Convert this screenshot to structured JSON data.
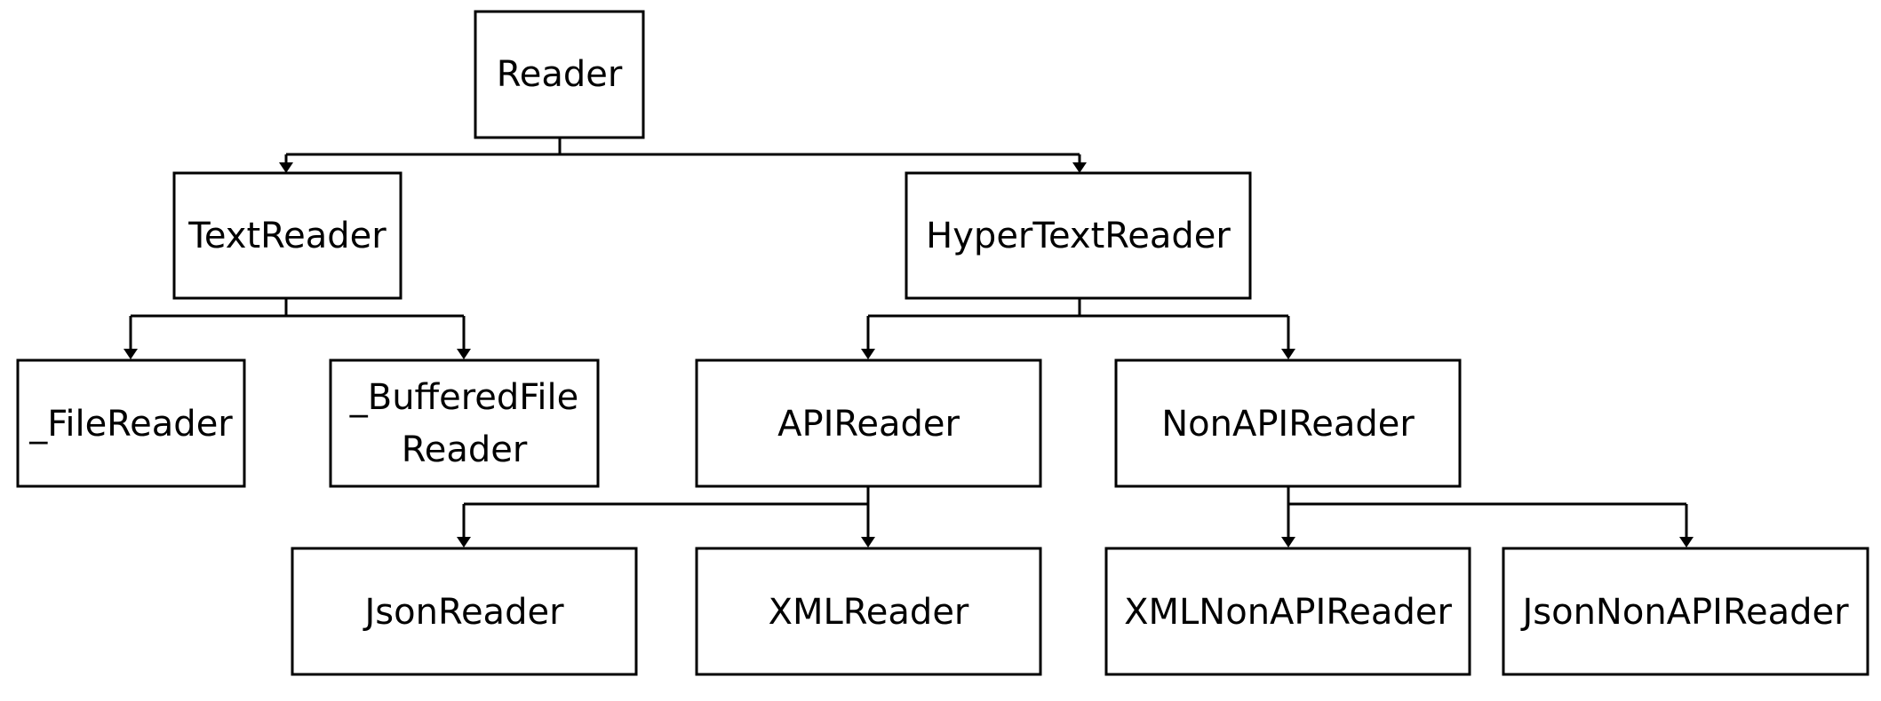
{
  "diagram": {
    "type": "class-hierarchy-tree",
    "edge_color": "#000000",
    "node_border_color": "#000000",
    "nodes": {
      "reader": "Reader",
      "text_reader": "TextReader",
      "hypertext_reader": "HyperTextReader",
      "file_reader": "_FileReader",
      "buffered_file_reader_line1": "_BufferedFile",
      "buffered_file_reader_line2": "Reader",
      "api_reader": "APIReader",
      "non_api_reader": "NonAPIReader",
      "json_reader": "JsonReader",
      "xml_reader": "XMLReader",
      "xml_non_api_reader": "XMLNonAPIReader",
      "json_non_api_reader": "JsonNonAPIReader"
    },
    "edges": [
      {
        "from": "Reader",
        "to": "TextReader"
      },
      {
        "from": "Reader",
        "to": "HyperTextReader"
      },
      {
        "from": "TextReader",
        "to": "_FileReader"
      },
      {
        "from": "TextReader",
        "to": "_BufferedFileReader"
      },
      {
        "from": "HyperTextReader",
        "to": "APIReader"
      },
      {
        "from": "HyperTextReader",
        "to": "NonAPIReader"
      },
      {
        "from": "APIReader",
        "to": "JsonReader"
      },
      {
        "from": "APIReader",
        "to": "XMLReader"
      },
      {
        "from": "NonAPIReader",
        "to": "XMLNonAPIReader"
      },
      {
        "from": "NonAPIReader",
        "to": "JsonNonAPIReader"
      }
    ]
  }
}
